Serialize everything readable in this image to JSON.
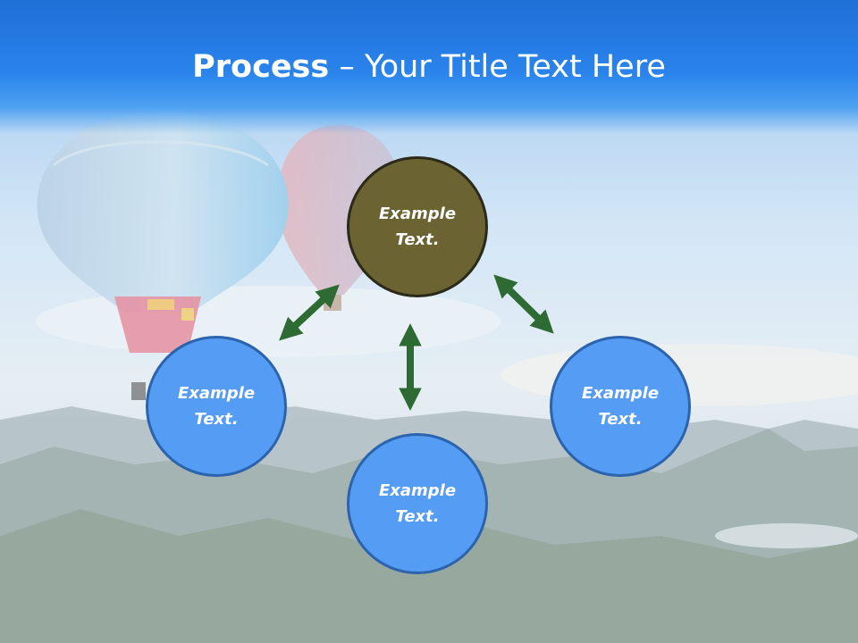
{
  "title": {
    "bold": "Process",
    "rest": " – Your Title Text Here"
  },
  "nodes": {
    "center": "Example Text.",
    "left": "Example Text.",
    "bottom": "Example Text.",
    "right": "Example Text."
  },
  "colors": {
    "title_band": "#2a84ec",
    "center_fill": "#6b6332",
    "node_fill": "#559cf5",
    "node_border": "#2b63ad",
    "arrow": "#2e6a33"
  }
}
